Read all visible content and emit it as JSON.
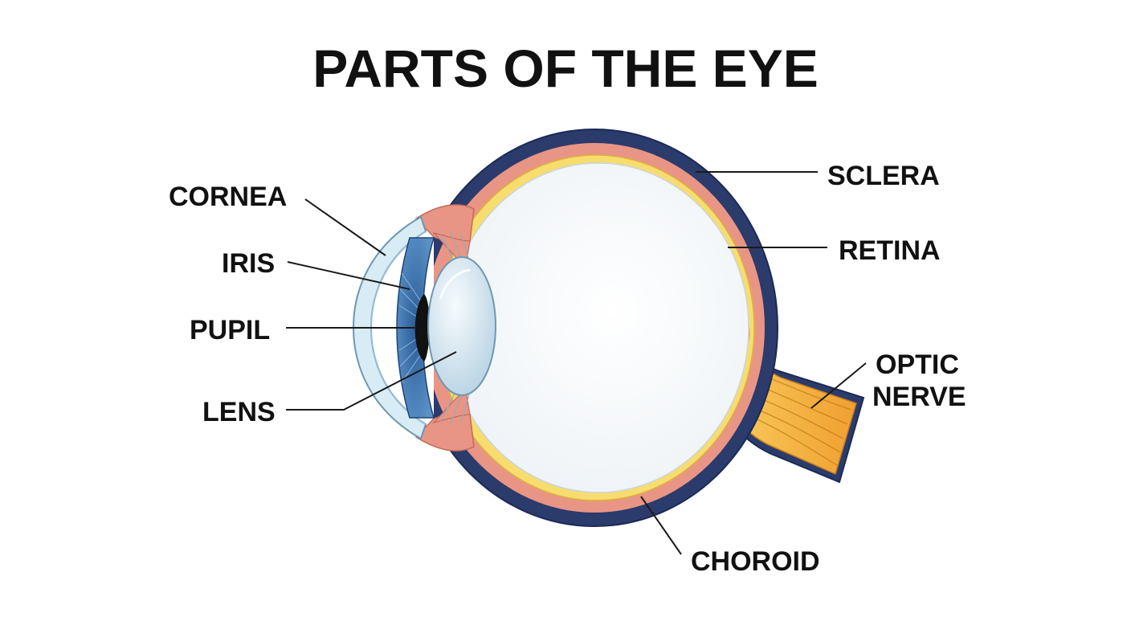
{
  "title": "PARTS OF THE EYE",
  "labels": {
    "cornea": "CORNEA",
    "iris": "IRIS",
    "pupil": "PUPIL",
    "lens": "LENS",
    "sclera": "SCLERA",
    "retina": "RETINA",
    "optic_nerve_line1": "OPTIC",
    "optic_nerve_line2": "NERVE",
    "choroid": "CHOROID"
  },
  "colors": {
    "sclera": "#2b3b6b",
    "choroid": "#e99585",
    "retina": "#f7dc6f",
    "vitreous": "#f6f9fb",
    "cornea": "#d8ecf5",
    "iris": "#3f78b5",
    "pupil": "#111111",
    "lens": "#dcebf3",
    "optic_nerve": "#f4b042",
    "ciliary_body": "#e99585"
  }
}
